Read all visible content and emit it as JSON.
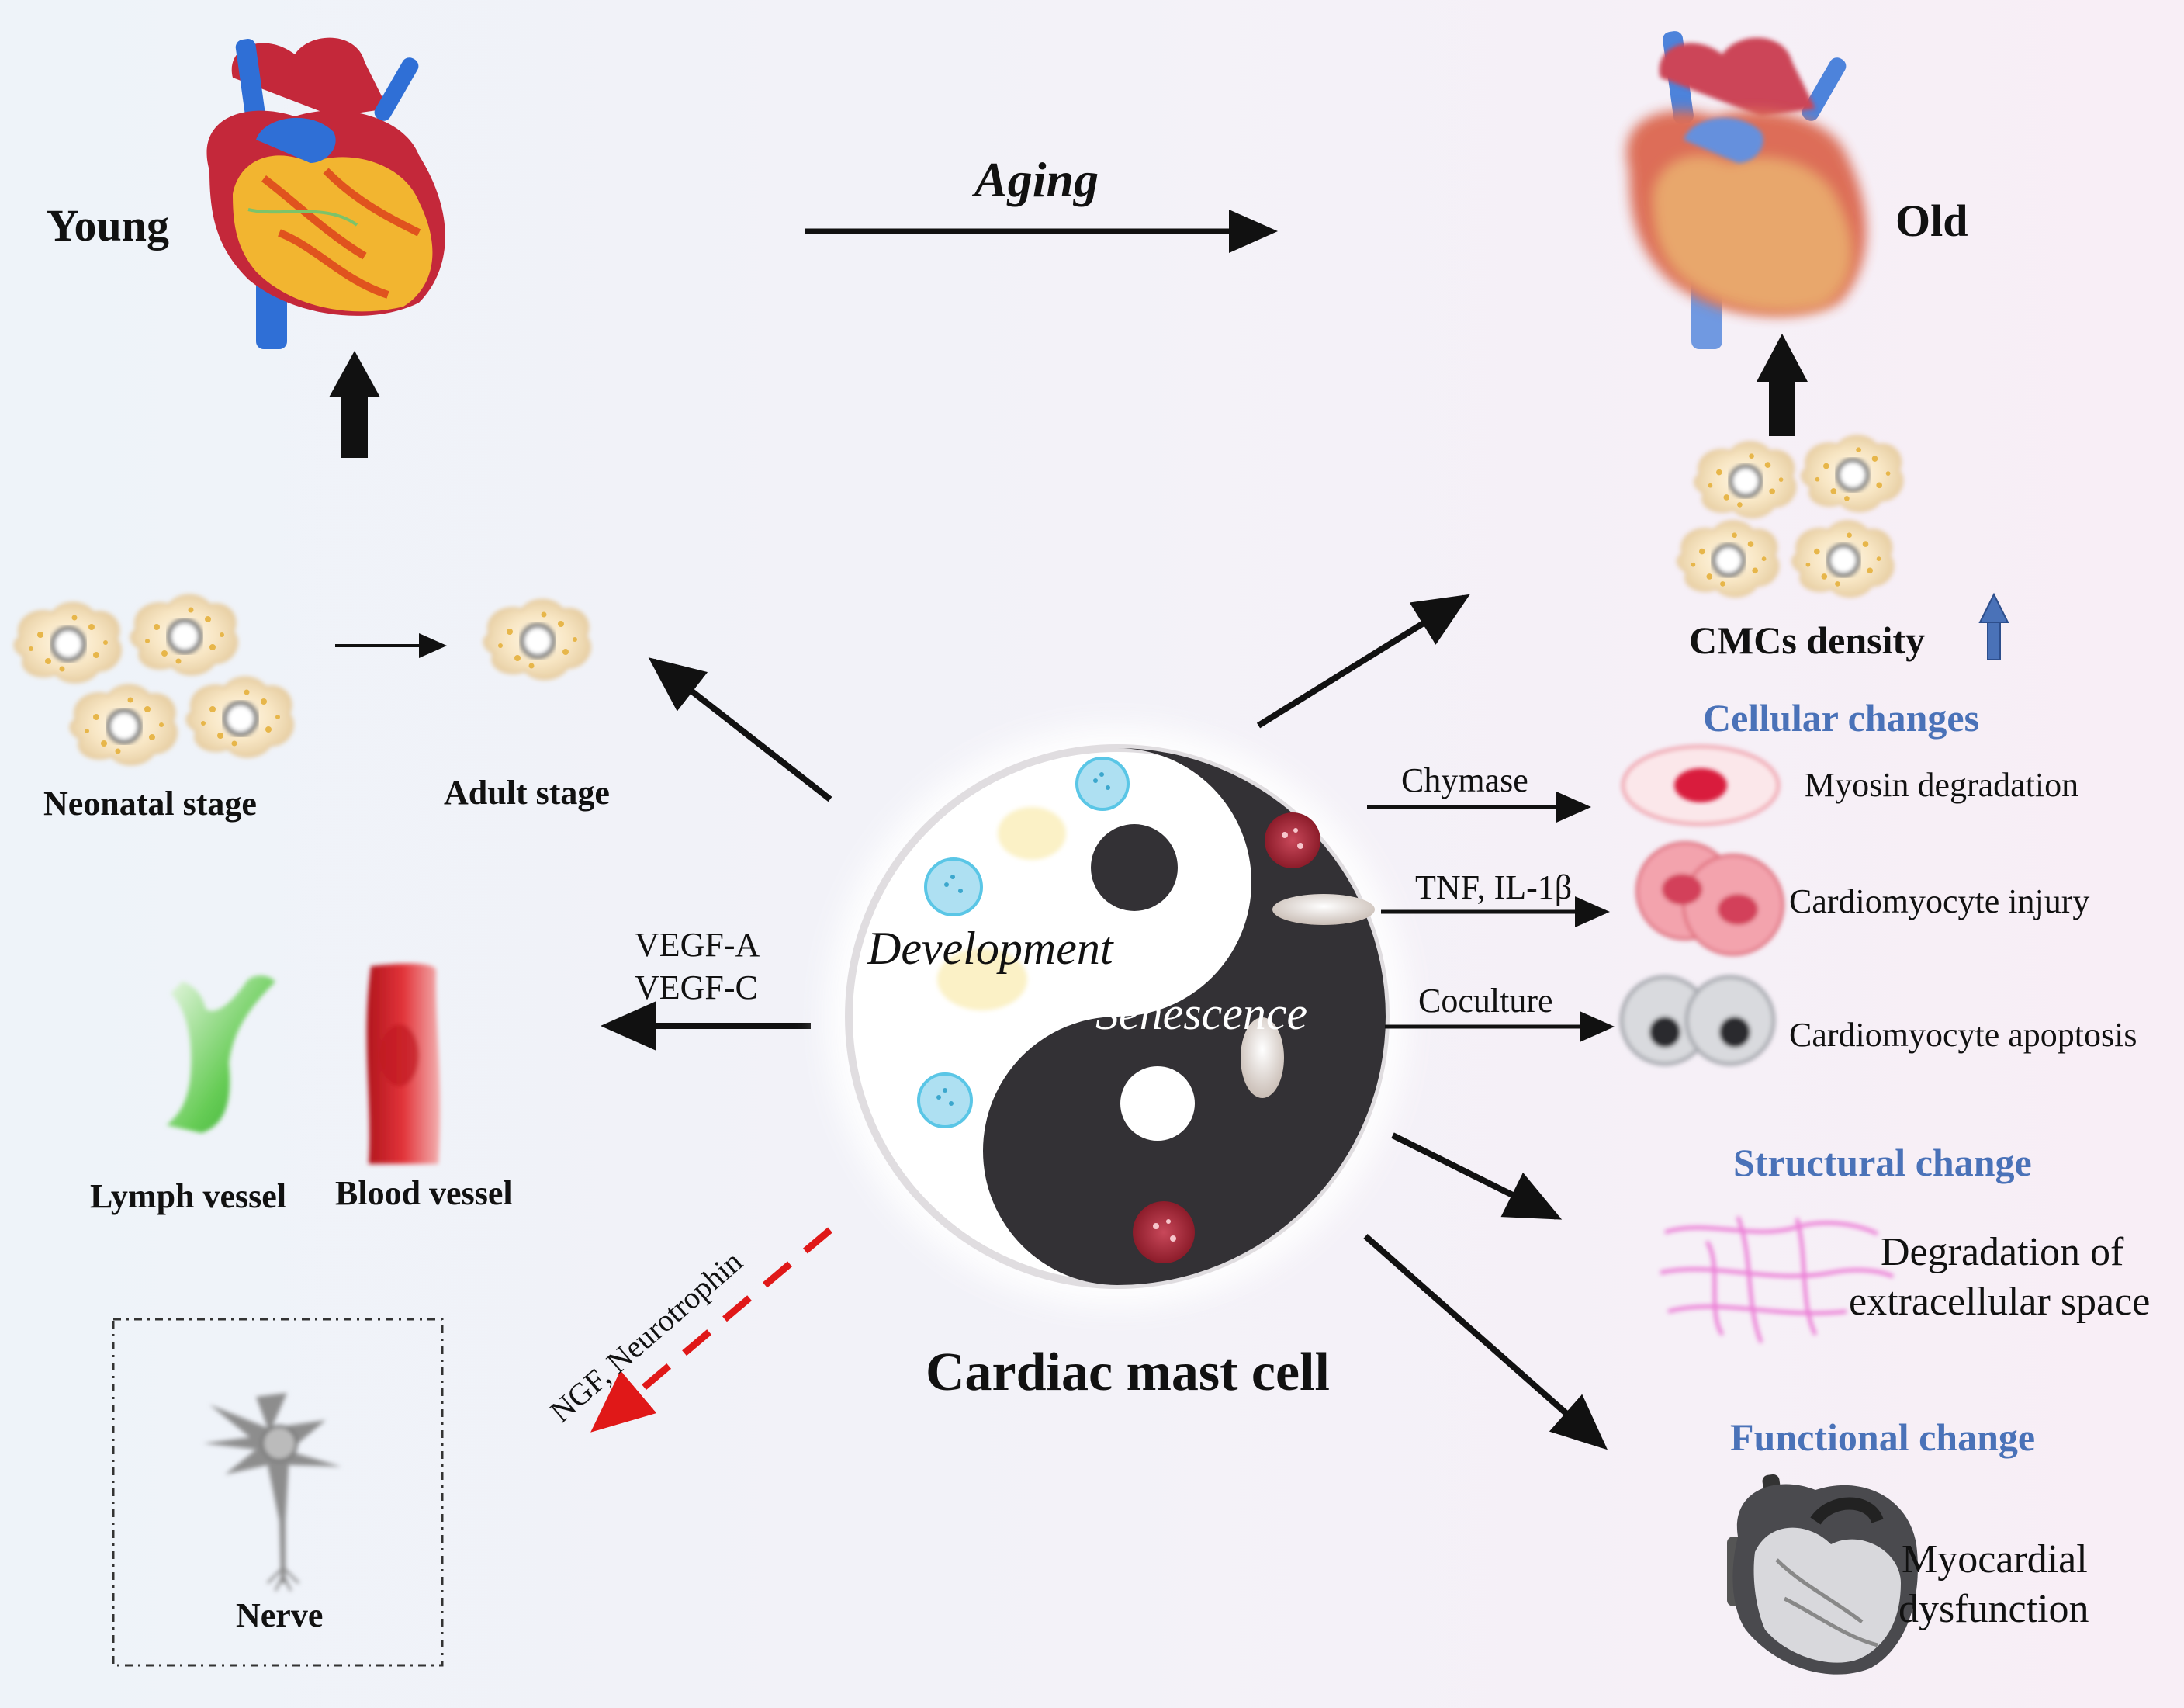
{
  "top": {
    "young": "Young",
    "aging": "Aging",
    "old": "Old"
  },
  "cmc": {
    "density": "CMCs density"
  },
  "development": {
    "neonatal": "Neonatal stage",
    "adult": "Adult stage"
  },
  "vessels": {
    "vegf_a": "VEGF-A",
    "vegf_c": "VEGF-C",
    "lymph": "Lymph vessel",
    "blood": "Blood vessel"
  },
  "nerve": {
    "ngf": "NGF, Neurotrophin",
    "label": "Nerve"
  },
  "center": {
    "development": "Development",
    "senescence": "Senescence",
    "title": "Cardiac mast cell"
  },
  "cellular": {
    "heading": "Cellular changes",
    "items": [
      {
        "mediator": "Chymase",
        "effect": "Myosin degradation"
      },
      {
        "mediator": "TNF, IL-1β",
        "effect": "Cardiomyocyte injury"
      },
      {
        "mediator": "Coculture",
        "effect": "Cardiomyocyte apoptosis"
      }
    ]
  },
  "structural": {
    "heading": "Structural change",
    "line1": "Degradation of",
    "line2": "extracellular space"
  },
  "functional": {
    "heading": "Functional change",
    "line1": "Myocardial",
    "line2": "dysfunction"
  },
  "colors": {
    "heading_blue": "#4a72b8",
    "arrow_black": "#111111",
    "ngf_arrow_red": "#e01818",
    "heart_red": "#c4283a",
    "vessel_blue": "#2f6fd6",
    "yin_dark": "#333135"
  }
}
